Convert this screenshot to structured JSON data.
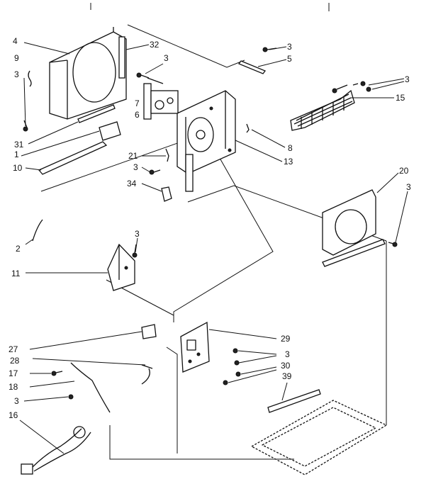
{
  "diagram": {
    "callouts": [
      {
        "id": "c4",
        "text": "4"
      },
      {
        "id": "c9",
        "text": "9"
      },
      {
        "id": "c3a",
        "text": "3"
      },
      {
        "id": "c32",
        "text": "32"
      },
      {
        "id": "c3b",
        "text": "3"
      },
      {
        "id": "c3c",
        "text": "3"
      },
      {
        "id": "c5",
        "text": "5"
      },
      {
        "id": "c3d",
        "text": "3"
      },
      {
        "id": "c15",
        "text": "15"
      },
      {
        "id": "c7",
        "text": "7"
      },
      {
        "id": "c6",
        "text": "6"
      },
      {
        "id": "c31",
        "text": "31"
      },
      {
        "id": "c1",
        "text": "1"
      },
      {
        "id": "c10",
        "text": "10"
      },
      {
        "id": "c8",
        "text": "8"
      },
      {
        "id": "c13",
        "text": "13"
      },
      {
        "id": "c21",
        "text": "21"
      },
      {
        "id": "c3e",
        "text": "3"
      },
      {
        "id": "c34",
        "text": "34"
      },
      {
        "id": "c20",
        "text": "20"
      },
      {
        "id": "c3f",
        "text": "3"
      },
      {
        "id": "c2",
        "text": "2"
      },
      {
        "id": "c3g",
        "text": "3"
      },
      {
        "id": "c11",
        "text": "11"
      },
      {
        "id": "c29",
        "text": "29"
      },
      {
        "id": "c27",
        "text": "27"
      },
      {
        "id": "c3h",
        "text": "3"
      },
      {
        "id": "c28",
        "text": "28"
      },
      {
        "id": "c30",
        "text": "30"
      },
      {
        "id": "c17",
        "text": "17"
      },
      {
        "id": "c39",
        "text": "39"
      },
      {
        "id": "c18",
        "text": "18"
      },
      {
        "id": "c3i",
        "text": "3"
      },
      {
        "id": "c16",
        "text": "16"
      }
    ]
  }
}
